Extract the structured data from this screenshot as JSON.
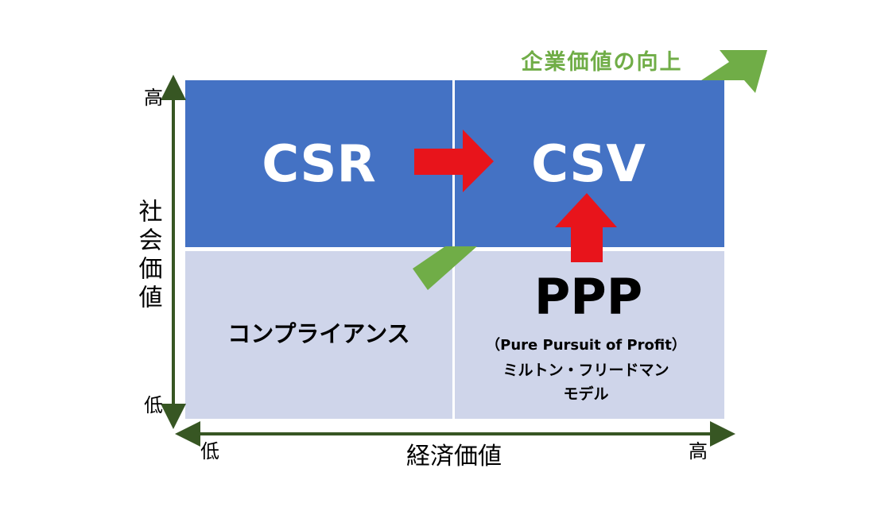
{
  "colors": {
    "top_quadrant": "#4472C4",
    "bottom_quadrant": "#CFD5EA",
    "growth_arrow": "#70AD47",
    "transition_arrow": "#E8141B",
    "axis": "#375623",
    "white_text": "#FFFFFF",
    "dark_text": "#000000",
    "growth_text": "#70AD47"
  },
  "y_axis": {
    "label": "社会価値",
    "high": "高",
    "low": "低"
  },
  "x_axis": {
    "label": "経済価値",
    "low": "低",
    "high": "高"
  },
  "growth_label": "企業価値の向上",
  "quadrants": {
    "top_left": {
      "title": "CSR"
    },
    "top_right": {
      "title": "CSV"
    },
    "bottom_left": {
      "title": "コンプライアンス"
    },
    "bottom_right": {
      "title": "PPP",
      "subtitle": "（Pure Pursuit of Profit）",
      "line1": "ミルトン・フリードマン",
      "line2": "モデル"
    }
  }
}
